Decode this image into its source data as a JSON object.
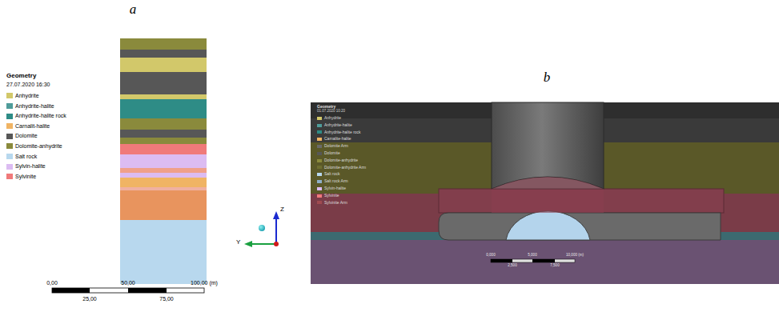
{
  "diagram": {
    "labels": [
      "a",
      "Geometry",
      "27.07.2020 16:30",
      "0,00",
      "50,00",
      "100,00 (m)",
      "25,00",
      "75,00",
      "Z",
      "Y",
      "b",
      "Geometry",
      "01.07.2020 10:20",
      "0,000",
      "5,000",
      "10,000 (m)",
      "2,500",
      "7,500"
    ],
    "legend": [
      {
        "text": "Anhydrite",
        "color": "#d2c86a"
      },
      {
        "text": "Anhydrite-halite",
        "color": "#4f9c9a"
      },
      {
        "text": "Anhydrite-halite rock",
        "color": "#2e8c86"
      },
      {
        "text": "Carnalit-halite",
        "color": "#f0b464"
      },
      {
        "text": "Dolomite",
        "color": "#575757"
      },
      {
        "text": "Dolomite-anhydrite",
        "color": "#8a8a3c"
      },
      {
        "text": "Salt rock",
        "color": "#b8d8ee"
      },
      {
        "text": "Sylvin-halite",
        "color": "#dcbcf2"
      },
      {
        "text": "Sylvinite",
        "color": "#f07a7a"
      },
      {
        "text": "Anhydrite",
        "color": "#d2c86a"
      },
      {
        "text": "Anhydrite-halite",
        "color": "#4f9c9a"
      },
      {
        "text": "Anhydrite-halite rock",
        "color": "#2e8c86"
      },
      {
        "text": "Carnalite-halite",
        "color": "#f0b464"
      },
      {
        "text": "Dolomite Arm",
        "color": "#6a6a6a"
      },
      {
        "text": "Dolomite",
        "color": "#575757"
      },
      {
        "text": "Dolomite-anhydrite",
        "color": "#8a8a3c"
      },
      {
        "text": "Dolomite-anhydrite Arm",
        "color": "#6e6e30"
      },
      {
        "text": "Salt rock",
        "color": "#b8d8ee"
      },
      {
        "text": "Salt rock Arm",
        "color": "#8fb0c8"
      },
      {
        "text": "Sylvin-halite",
        "color": "#dcbcf2"
      },
      {
        "text": "Sylvinite",
        "color": "#f07a7a"
      },
      {
        "text": "Sylvinite Arm",
        "color": "#a04a50"
      }
    ]
  }
}
